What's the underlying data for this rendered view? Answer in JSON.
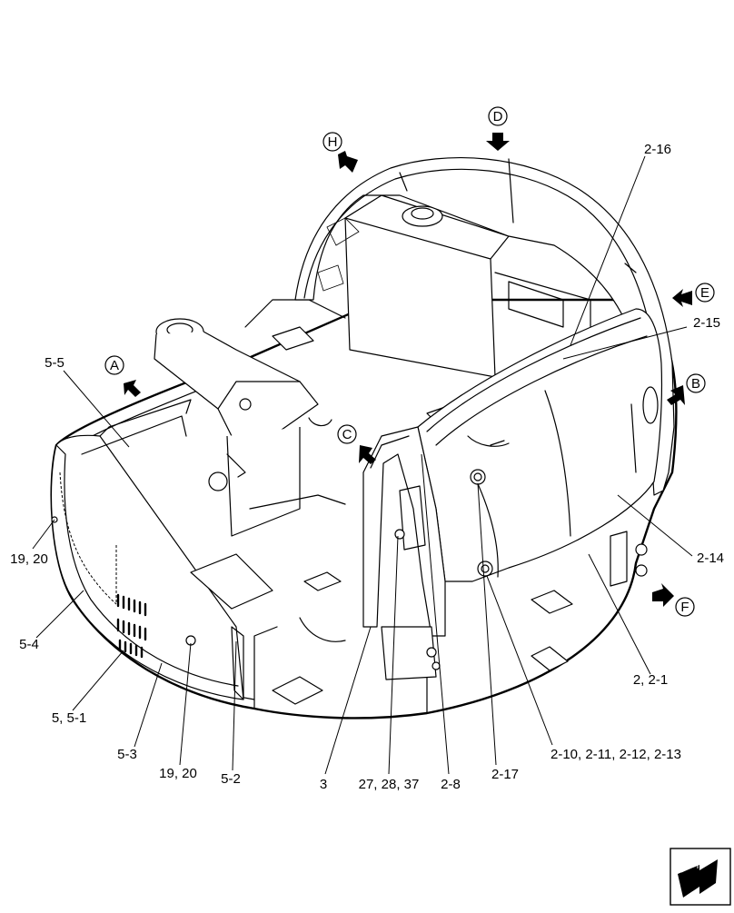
{
  "view_markers": [
    "A",
    "B",
    "C",
    "D",
    "E",
    "F",
    "H"
  ],
  "callouts": {
    "c_2_16": "2-16",
    "c_2_15": "2-15",
    "c_2_14": "2-14",
    "c_2_2_1": "2, 2-1",
    "c_5_5": "5-5",
    "c_19_20_left": "19, 20",
    "c_5_4": "5-4",
    "c_5_5_1": "5, 5-1",
    "c_5_3": "5-3",
    "c_19_20_bottom": "19, 20",
    "c_5_2": "5-2",
    "c_3": "3",
    "c_27_28_37": "27, 28, 37",
    "c_2_8": "2-8",
    "c_2_17": "2-17",
    "c_2_10_13": "2-10, 2-11, 2-12, 2-13"
  },
  "icons": {
    "corner": "navigation-arrow-icon"
  }
}
